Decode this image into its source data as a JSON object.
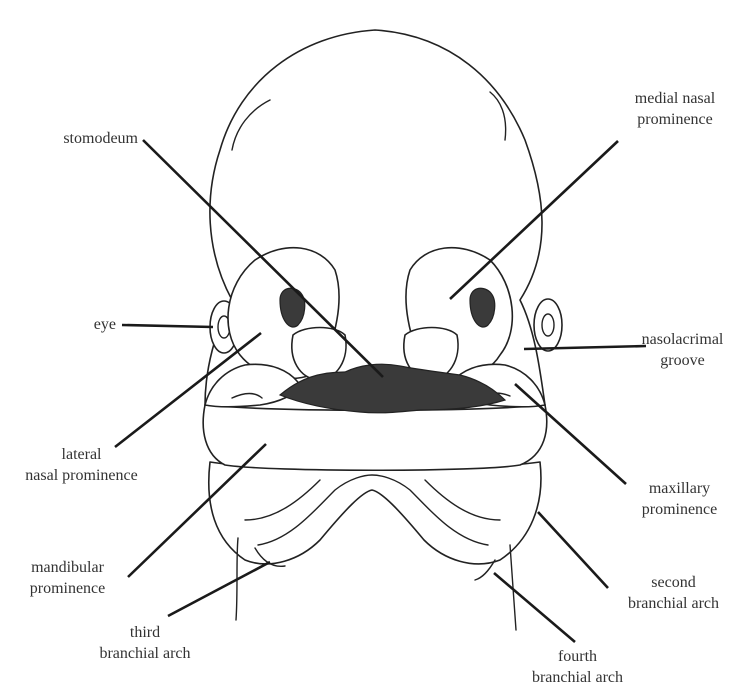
{
  "labels": {
    "stomodeum": [
      "stomodeum"
    ],
    "medial_nasal_prominence": [
      "medial nasal",
      "prominence"
    ],
    "eye": [
      "eye"
    ],
    "nasolacrimal_groove": [
      "nasolacrimal",
      "groove"
    ],
    "lateral_nasal_prominence": [
      "lateral",
      "nasal prominence"
    ],
    "maxillary_prominence": [
      "maxillary",
      "prominence"
    ],
    "mandibular_prominence": [
      "mandibular",
      "prominence"
    ],
    "second_branchial_arch": [
      "second",
      "branchial arch"
    ],
    "third_branchial_arch": [
      "third",
      "branchial arch"
    ],
    "fourth_branchial_arch": [
      "fourth",
      "branchial arch"
    ]
  },
  "colors": {
    "line": "#222222",
    "fill_dark": "#3a3a3a",
    "text": "#333333",
    "background": "#ffffff"
  }
}
